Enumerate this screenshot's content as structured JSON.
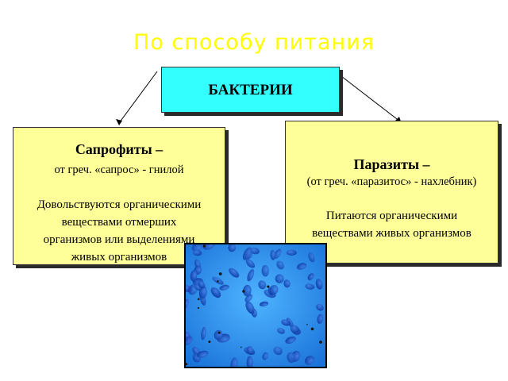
{
  "title": "По способу питания",
  "root": {
    "label": "БАКТЕРИИ"
  },
  "saprophytes": {
    "heading": "Сапрофиты –",
    "etymology": "от греч. «сапрос» - гнилой",
    "description_lines": [
      "Довольствуются органическими",
      "веществами отмерших",
      "организмов или выделениями",
      "живых организмов"
    ]
  },
  "parasites": {
    "heading": "Паразиты –",
    "etymology": "(от греч. «паразитос» - нахлебник)",
    "description_lines": [
      "Питаются органическими",
      "веществами живых организмов"
    ]
  },
  "colors": {
    "title": "#ffff00",
    "root_fill": "#33ffff",
    "branch_fill": "#ffff99",
    "photo_background": "#1e90ff"
  },
  "image": {
    "subject": "micrograph of blue bacteria cells"
  }
}
